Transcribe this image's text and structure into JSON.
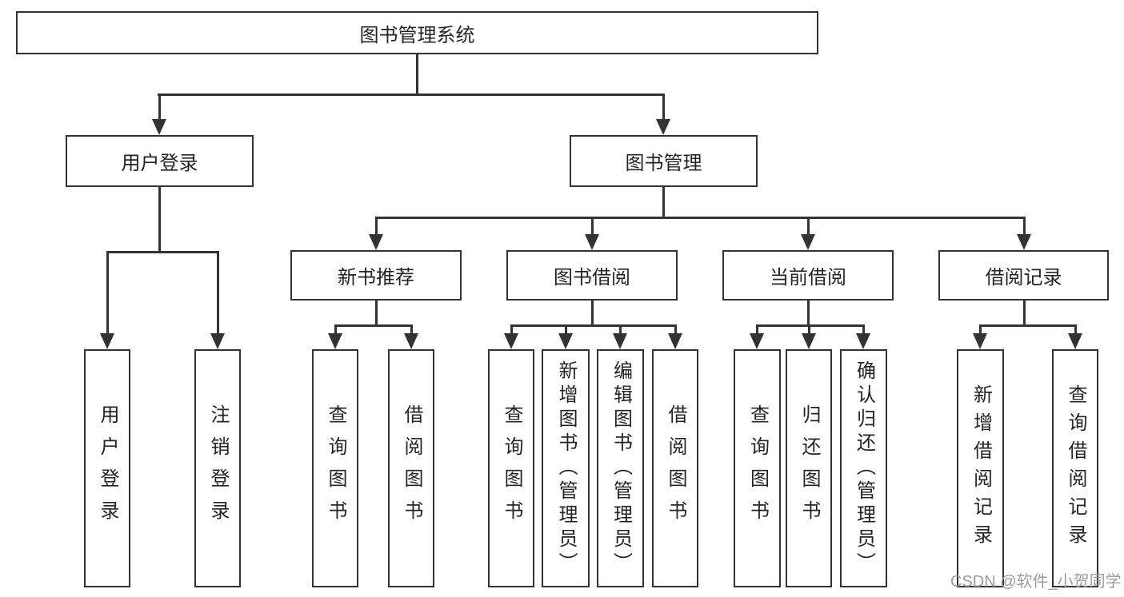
{
  "nodes": {
    "root": "图书管理系统",
    "user_login": "用户登录",
    "book_management": "图书管理",
    "new_book_recommend": "新书推荐",
    "book_borrowing": "图书借阅",
    "current_borrowing": "当前借阅",
    "borrowing_records": "借阅记录",
    "leaf_user_login": "用户登录",
    "leaf_logout": "注销登录",
    "nbr_query_book": "查询图书",
    "nbr_borrow_book": "借阅图书",
    "bb_query_book": "查询图书",
    "bb_add_book": "新增图书（管理员）",
    "bb_edit_book": "编辑图书（管理员）",
    "bb_borrow_book": "借阅图书",
    "cb_query_book": "查询图书",
    "cb_return_book": "归还图书",
    "cb_confirm_return": "确认归还（管理员）",
    "br_add_record": "新增借阅记录",
    "br_query_record": "查询借阅记录"
  },
  "watermark": "CSDN @软件_小贺同学",
  "colors": {
    "line": "#333333",
    "text": "#242424",
    "watermark": "#9c9c9c",
    "background": "#ffffff"
  }
}
